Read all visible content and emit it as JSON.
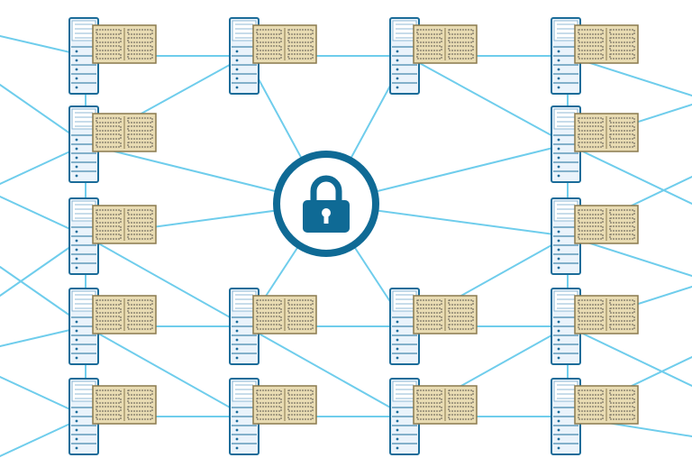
{
  "diagram": {
    "hub_icon": "padlock-icon",
    "node_icon": "server-with-ledger-icon",
    "colors": {
      "background": "#ffffff",
      "link": "#6fcdec",
      "hub_ring": "#0f6a95",
      "hub_fill": "#ffffff",
      "lock": "#0f6a95",
      "server_body": "#eaf3fb",
      "server_outline": "#1b6c99",
      "server_stripe": "#8fb8d6",
      "ledger_fill": "#e9dcb3",
      "ledger_border": "#8a7a4e",
      "ledger_text": "#5f5a50"
    },
    "nodes": [
      {
        "id": "c1r1",
        "col": 1,
        "row": 1
      },
      {
        "id": "c1r2",
        "col": 1,
        "row": 2
      },
      {
        "id": "c1r3",
        "col": 1,
        "row": 3
      },
      {
        "id": "c1r4",
        "col": 1,
        "row": 4
      },
      {
        "id": "c1r5",
        "col": 1,
        "row": 5
      },
      {
        "id": "c2r1",
        "col": 2,
        "row": 1
      },
      {
        "id": "c2r4",
        "col": 2,
        "row": 4
      },
      {
        "id": "c2r5",
        "col": 2,
        "row": 5
      },
      {
        "id": "c3r1",
        "col": 3,
        "row": 1
      },
      {
        "id": "c3r4",
        "col": 3,
        "row": 4
      },
      {
        "id": "c3r5",
        "col": 3,
        "row": 5
      },
      {
        "id": "c4r1",
        "col": 4,
        "row": 1
      },
      {
        "id": "c4r2",
        "col": 4,
        "row": 2
      },
      {
        "id": "c4r3",
        "col": 4,
        "row": 3
      },
      {
        "id": "c4r4",
        "col": 4,
        "row": 4
      },
      {
        "id": "c4r5",
        "col": 4,
        "row": 5
      }
    ],
    "hub_links": [
      "c1r2",
      "c1r3",
      "c2r1",
      "c2r4",
      "c3r1",
      "c3r4",
      "c4r2",
      "c4r3"
    ],
    "links": [
      [
        "c1r1",
        "c2r1"
      ],
      [
        "c2r1",
        "c3r1"
      ],
      [
        "c3r1",
        "c4r1"
      ],
      [
        "c1r4",
        "c2r4"
      ],
      [
        "c2r4",
        "c3r4"
      ],
      [
        "c3r4",
        "c4r4"
      ],
      [
        "c1r5",
        "c2r5"
      ],
      [
        "c2r5",
        "c3r5"
      ],
      [
        "c3r5",
        "c4r5"
      ],
      [
        "c1r1",
        "c1r2"
      ],
      [
        "c1r2",
        "c1r3"
      ],
      [
        "c1r3",
        "c1r4"
      ],
      [
        "c1r4",
        "c1r5"
      ],
      [
        "c4r1",
        "c4r2"
      ],
      [
        "c4r2",
        "c4r3"
      ],
      [
        "c4r3",
        "c4r4"
      ],
      [
        "c4r4",
        "c4r5"
      ],
      [
        "c1r2",
        "c2r1"
      ],
      [
        "c1r3",
        "c2r4"
      ],
      [
        "c1r4",
        "c2r5"
      ],
      [
        "c3r1",
        "c4r2"
      ],
      [
        "c3r4",
        "c4r3"
      ],
      [
        "c3r5",
        "c4r4"
      ],
      [
        "c2r4",
        "c3r5"
      ]
    ],
    "edge_links": [
      [
        "c1r1",
        "left",
        -10
      ],
      [
        "c1r2",
        "left",
        -30
      ],
      [
        "c1r2",
        "left",
        20
      ],
      [
        "c1r3",
        "left",
        -20
      ],
      [
        "c1r3",
        "left",
        30
      ],
      [
        "c1r4",
        "left",
        -30
      ],
      [
        "c1r4",
        "left",
        10
      ],
      [
        "c1r5",
        "left",
        -20
      ],
      [
        "c1r5",
        "left",
        20
      ],
      [
        "c4r1",
        "right",
        20
      ],
      [
        "c4r2",
        "right",
        -20
      ],
      [
        "c4r2",
        "right",
        30
      ],
      [
        "c4r3",
        "right",
        -30
      ],
      [
        "c4r3",
        "right",
        20
      ],
      [
        "c4r4",
        "right",
        -20
      ],
      [
        "c4r4",
        "right",
        30
      ],
      [
        "c4r5",
        "right",
        -30
      ],
      [
        "c4r5",
        "right",
        10
      ]
    ]
  }
}
